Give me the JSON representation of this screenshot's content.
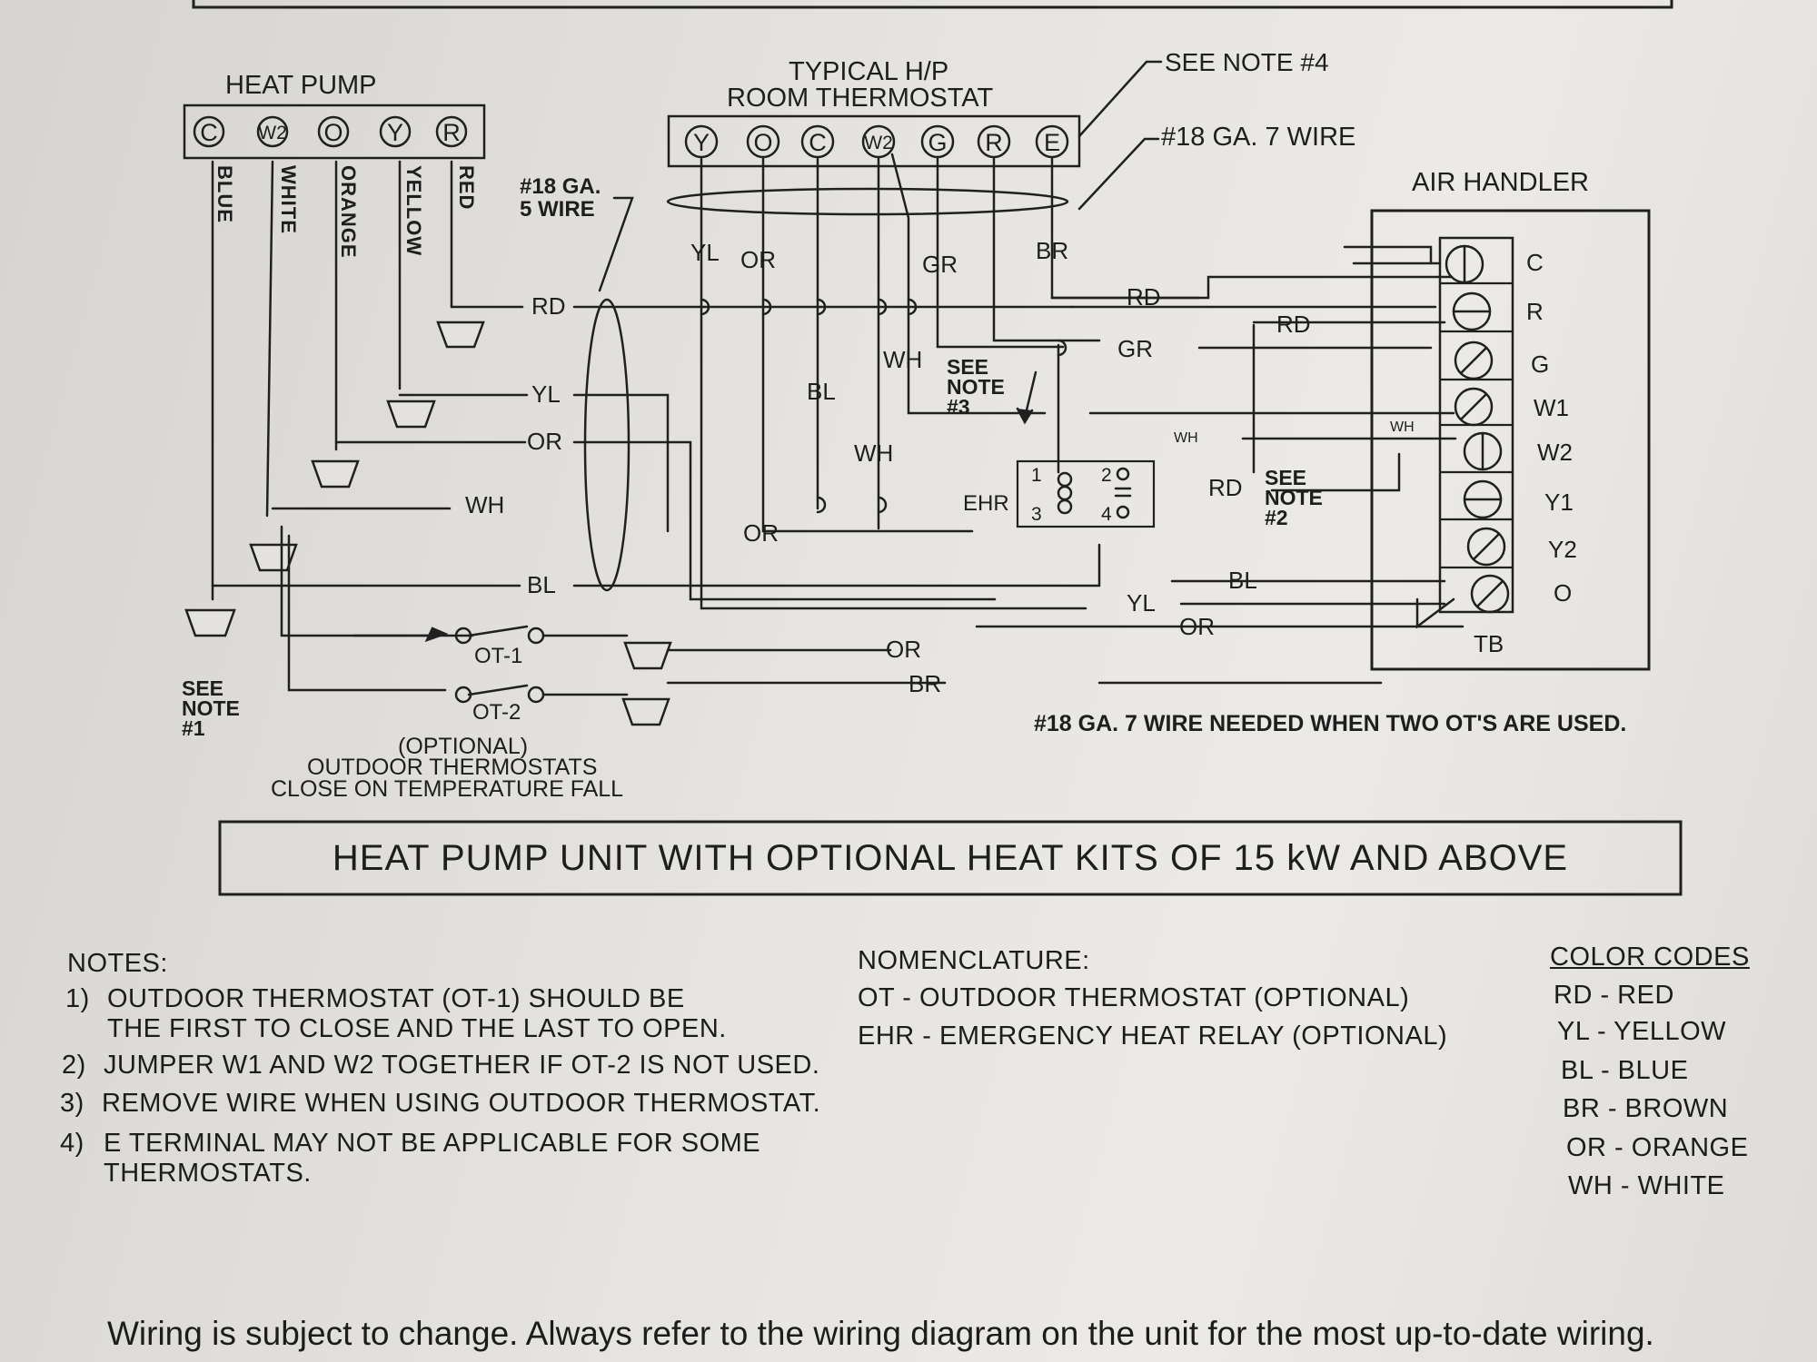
{
  "diagram": {
    "heat_pump": {
      "title": "HEAT PUMP",
      "terminals": [
        "C",
        "W2",
        "O",
        "Y",
        "R"
      ],
      "wire_colors": [
        "BLUE",
        "WHITE",
        "ORANGE",
        "YELLOW",
        "RED"
      ]
    },
    "thermostat": {
      "title_line1": "TYPICAL H/P",
      "title_line2": "ROOM THERMOSTAT",
      "terminals": [
        "Y",
        "O",
        "C",
        "W2",
        "G",
        "R",
        "E"
      ]
    },
    "callouts": {
      "see_note_4": "SEE NOTE #4",
      "wire_7": "#18 GA. 7 WIRE",
      "wire_5_line1": "#18 GA.",
      "wire_5_line2": "5 WIRE",
      "see_note_3": [
        "SEE",
        "NOTE",
        "#3"
      ],
      "see_note_2": [
        "SEE",
        "NOTE",
        "#2"
      ],
      "see_note_1": [
        "SEE",
        "NOTE",
        "#1"
      ],
      "ehr": "EHR",
      "relay_pins": [
        "1",
        "2",
        "3",
        "4"
      ],
      "ot1": "OT-1",
      "ot2": "OT-2",
      "optional_line1": "(OPTIONAL)",
      "optional_line2": "OUTDOOR THERMOSTATS",
      "optional_line3": "CLOSE ON TEMPERATURE FALL",
      "seven_wire_needed": "#18 GA. 7 WIRE NEEDED WHEN TWO OT'S ARE USED."
    },
    "air_handler": {
      "title": "AIR HANDLER",
      "terminals": [
        "C",
        "R",
        "G",
        "W1",
        "W2",
        "Y1",
        "Y2",
        "O"
      ],
      "tb_label": "TB"
    },
    "wire_labels": {
      "RD": "RD",
      "YL": "YL",
      "OR": "OR",
      "WH": "WH",
      "BL": "BL",
      "GR": "GR",
      "BR": "BR"
    },
    "banner": "HEAT PUMP UNIT WITH OPTIONAL HEAT KITS OF 15 kW AND ABOVE"
  },
  "notes": {
    "heading": "NOTES:",
    "items": [
      {
        "num": "1)",
        "line1": "OUTDOOR THERMOSTAT (OT-1) SHOULD BE",
        "line2": "THE FIRST TO CLOSE AND THE LAST TO OPEN."
      },
      {
        "num": "2)",
        "line1": "JUMPER W1 AND W2 TOGETHER IF OT-2 IS NOT USED.",
        "line2": ""
      },
      {
        "num": "3)",
        "line1": "REMOVE WIRE WHEN USING OUTDOOR THERMOSTAT.",
        "line2": ""
      },
      {
        "num": "4)",
        "line1": "E TERMINAL MAY NOT BE APPLICABLE FOR SOME",
        "line2": "THERMOSTATS."
      }
    ]
  },
  "nomenclature": {
    "heading": "NOMENCLATURE:",
    "items": [
      "OT - OUTDOOR THERMOSTAT (OPTIONAL)",
      "EHR - EMERGENCY HEAT RELAY (OPTIONAL)"
    ]
  },
  "color_codes": {
    "heading": "COLOR CODES",
    "items": [
      "RD - RED",
      "YL - YELLOW",
      "BL - BLUE",
      "BR - BROWN",
      "OR - ORANGE",
      "WH - WHITE"
    ]
  },
  "footer": "Wiring is subject to change. Always refer to the wiring diagram on the unit for the most up-to-date wiring."
}
